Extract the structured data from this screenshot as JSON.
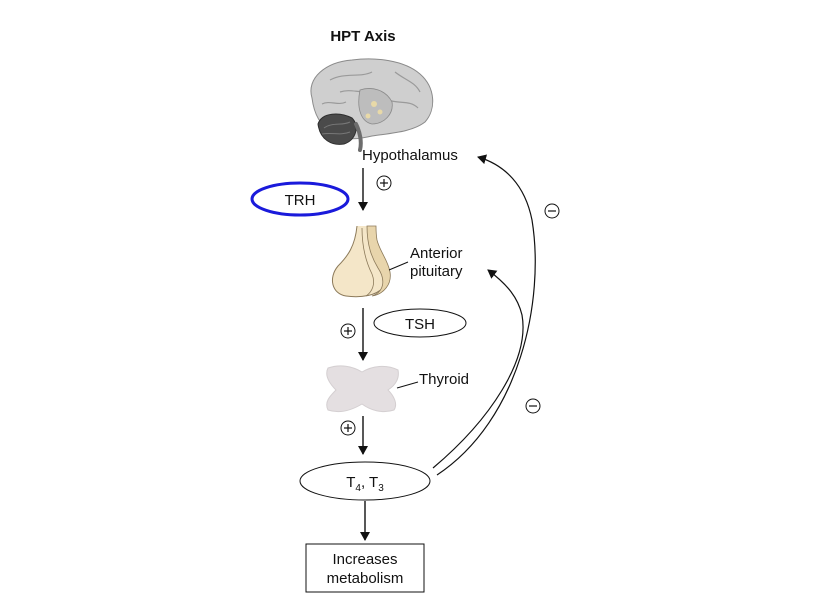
{
  "title": "HPT Axis",
  "labels": {
    "hypothalamus": "Hypothalamus",
    "anterior_1": "Anterior",
    "anterior_2": "pituitary",
    "thyroid": "Thyroid",
    "result_1": "Increases",
    "result_2": "metabolism"
  },
  "hormones": {
    "trh": "TRH",
    "tsh": "TSH",
    "t4": "T",
    "t4_sub": "4",
    "t3_sep": ", T",
    "t3_sub": "3"
  },
  "signs": {
    "plus": "+",
    "minus": "−"
  },
  "colors": {
    "highlight": "#1a1adb",
    "pituitary_fill": "#f4e6c8",
    "pituitary_shade": "#e8d5ac",
    "thyroid_fill": "#e4dfe1",
    "brain_fill": "#cfcfcf",
    "brain_dark": "#4a4a4a"
  }
}
